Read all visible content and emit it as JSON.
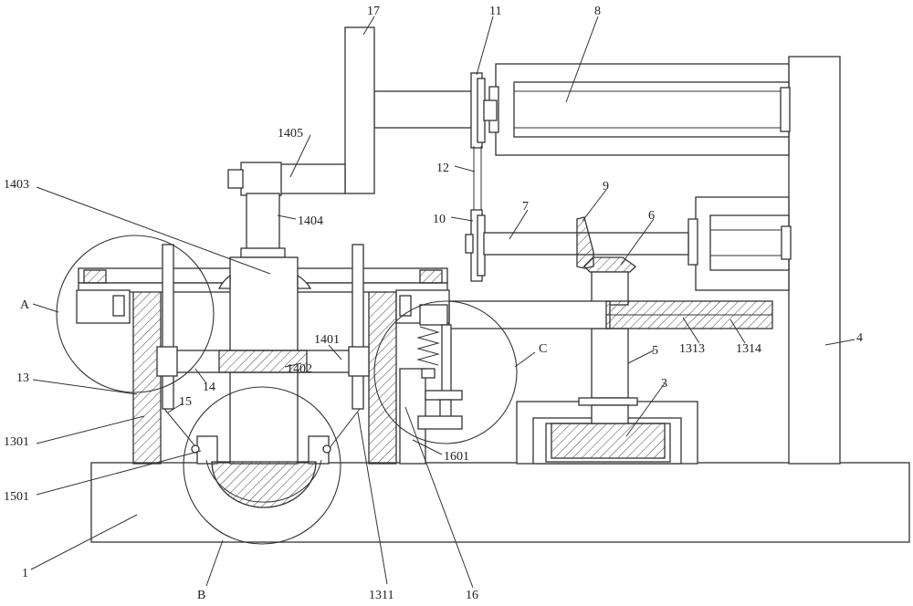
{
  "labels": {
    "l17": "17",
    "l11": "11",
    "l8": "8",
    "l1405": "1405",
    "l12": "12",
    "l1403": "1403",
    "l9": "9",
    "l10": "10",
    "l7": "7",
    "l6": "6",
    "l1404": "1404",
    "lA": "A",
    "l1401": "1401",
    "lC": "C",
    "l4": "4",
    "l1313": "1313",
    "l1314": "1314",
    "l5": "5",
    "l13": "13",
    "l14": "14",
    "l1402": "1402",
    "l15": "15",
    "l3": "3",
    "l1301": "1301",
    "l1601": "1601",
    "l1501": "1501",
    "l1": "1",
    "lB": "B",
    "l1311": "1311",
    "l16": "16"
  }
}
